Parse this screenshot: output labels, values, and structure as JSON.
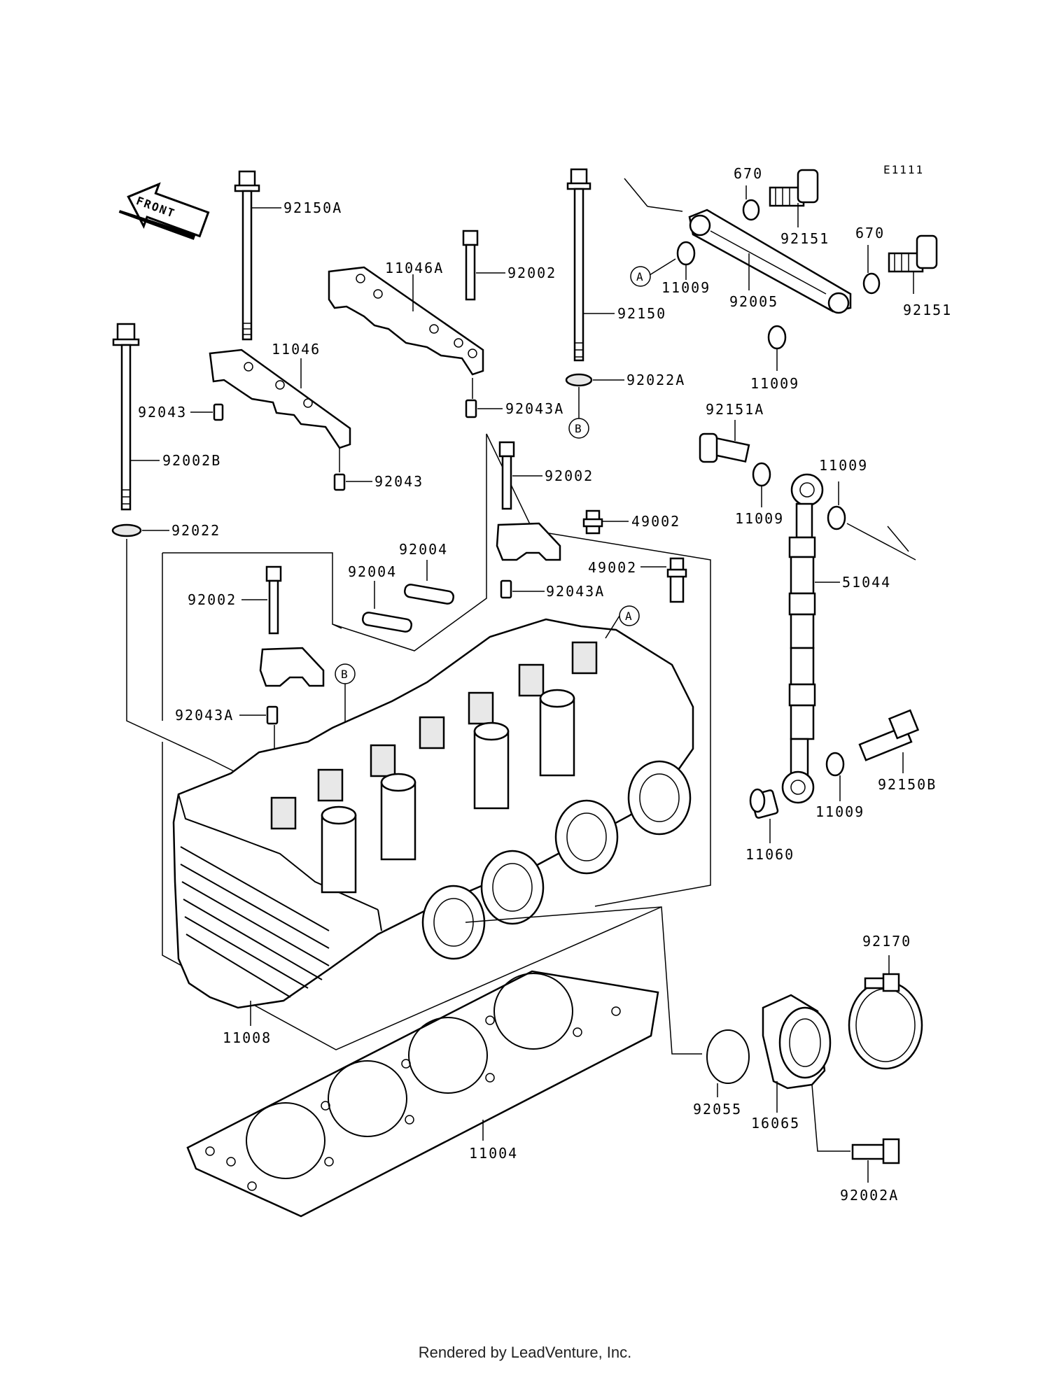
{
  "diagram_code": "E1111",
  "front_label": "FRONT",
  "ref_markers": {
    "a": "A",
    "b": "B"
  },
  "footer": "Rendered by LeadVenture, Inc.",
  "parts": {
    "p92150A": "92150A",
    "p92002_top": "92002",
    "p11046A": "11046A",
    "p92150": "92150",
    "p670_a": "670",
    "p92151_a": "92151",
    "p670_b": "670",
    "p92151_b": "92151",
    "p11009_a": "11009",
    "p92005": "92005",
    "p11009_b": "11009",
    "p11046": "11046",
    "p92043_a": "92043",
    "p92043A_a": "92043A",
    "p92022A": "92022A",
    "p92151A": "92151A",
    "p92002B": "92002B",
    "p92043_b": "92043",
    "p92002_mid": "92002",
    "p11009_c": "11009",
    "p11009_d": "11009",
    "p49002_a": "49002",
    "p92022": "92022",
    "p92004_a": "92004",
    "p92004_b": "92004",
    "p49002_b": "49002",
    "p51044": "51044",
    "p92043A_b": "92043A",
    "p92002_low": "92002",
    "p92043A_c": "92043A",
    "p92150B": "92150B",
    "p11009_e": "11009",
    "p11060": "11060",
    "p92170": "92170",
    "p11008": "11008",
    "p92055": "92055",
    "p16065": "16065",
    "p11004": "11004",
    "p92002A": "92002A"
  }
}
